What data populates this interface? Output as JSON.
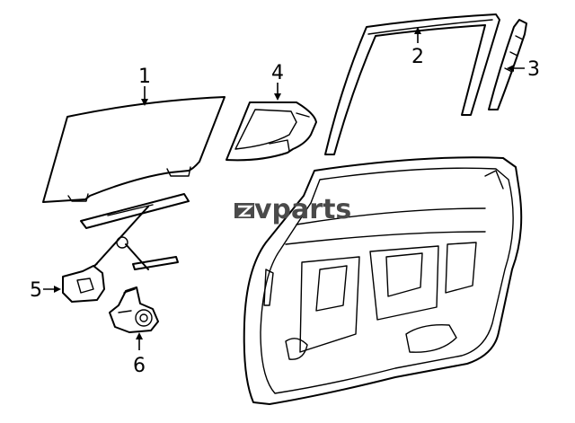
{
  "watermark": {
    "text": "vparts",
    "logo": "cv-parts-logo"
  },
  "callouts": [
    {
      "id": "1",
      "label": "1",
      "part": "door-glass"
    },
    {
      "id": "2",
      "label": "2",
      "part": "run-channel"
    },
    {
      "id": "3",
      "label": "3",
      "part": "channel-weatherstrip"
    },
    {
      "id": "4",
      "label": "4",
      "part": "quarter-glass"
    },
    {
      "id": "5",
      "label": "5",
      "part": "window-regulator"
    },
    {
      "id": "6",
      "label": "6",
      "part": "regulator-motor"
    }
  ],
  "colors": {
    "line": "#000000",
    "background": "#ffffff",
    "watermark": "#4a4a4a"
  }
}
